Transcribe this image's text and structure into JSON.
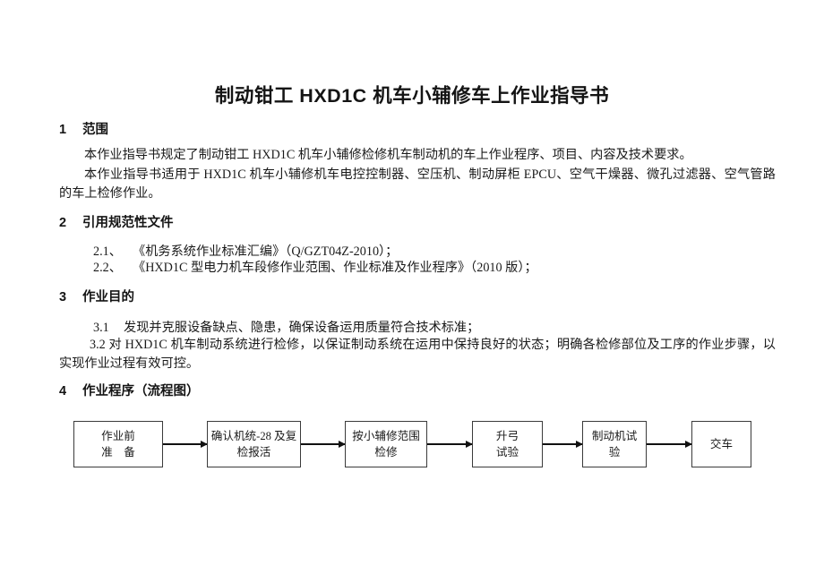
{
  "document": {
    "title": "制动钳工 HXD1C 机车小辅修车上作业指导书"
  },
  "sections": {
    "scope": {
      "number": "1",
      "heading": "范围",
      "paragraph1": "本作业指导书规定了制动钳工 HXD1C 机车小辅修检修机车制动机的车上作业程序、项目、内容及技术要求。",
      "paragraph2": "本作业指导书适用于 HXD1C 机车小辅修机车电控控制器、空压机、制动屏柜 EPCU、空气干燥器、微孔过滤器、空气管路的车上检修作业。"
    },
    "references": {
      "number": "2",
      "heading": "引用规范性文件",
      "items": [
        {
          "label": "2.1、",
          "text": "《机务系统作业标准汇编》（Q/GZT04Z-2010）；"
        },
        {
          "label": "2.2、",
          "text": "《HXD1C 型电力机车段修作业范围、作业标准及作业程序》（2010 版）；"
        }
      ]
    },
    "purpose": {
      "number": "3",
      "heading": "作业目的",
      "item1_label": "3.1",
      "item1_text": "发现并克服设备缺点、隐患，确保设备运用质量符合技术标准；",
      "item2_text": "3.2  对 HXD1C 机车制动系统进行检修，以保证制动系统在运用中保持良好的状态；明确各检修部位及工序的作业步骤，以实现作业过程有效可控。"
    },
    "procedure": {
      "number": "4",
      "heading": "作业程序（流程图）"
    }
  },
  "flowchart": {
    "steps": [
      {
        "line1": "作业前",
        "line2": "准　备"
      },
      {
        "line1": "确认机统-28 及复",
        "line2": "检报活"
      },
      {
        "line1": "按小辅修范围",
        "line2": "检修"
      },
      {
        "line1": "升弓",
        "line2": "试验"
      },
      {
        "line1": "制动机试",
        "line2": "验"
      },
      {
        "line1": "交车",
        "line2": ""
      }
    ]
  },
  "colors": {
    "text": "#1a1a1a",
    "heading": "#141414",
    "box_border": "#3b3b3b",
    "arrow": "#111111",
    "page_background": "#ffffff"
  }
}
